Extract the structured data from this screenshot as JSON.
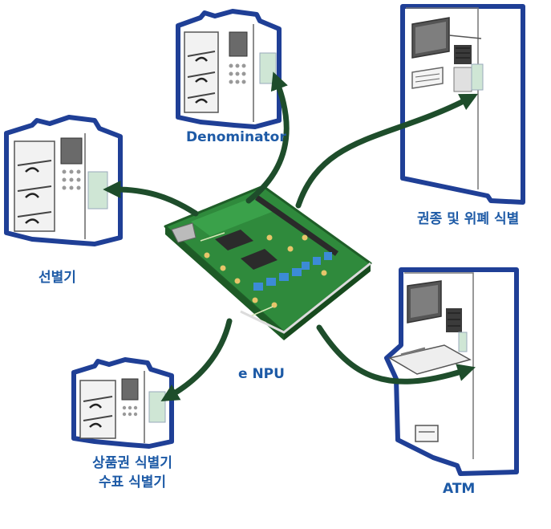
{
  "colors": {
    "outline": "#1f3f96",
    "arrow": "#1e4d2b",
    "label": "#1d5aa6",
    "board": "#2f8a3c",
    "panel": "#cfe6d5"
  },
  "icons": {
    "center": "circuit-board-icon",
    "machine": "banknote-sorter-icon",
    "kiosk": "atm-kiosk-icon"
  },
  "labels": {
    "denominator": "Denominator",
    "discriminator": "권종 및 위폐 식별",
    "sorter": "선별기",
    "voucher_line1": "상품권 식별기",
    "voucher_line2": "수표 식별기",
    "atm": "ATM",
    "center": "e NPU"
  }
}
